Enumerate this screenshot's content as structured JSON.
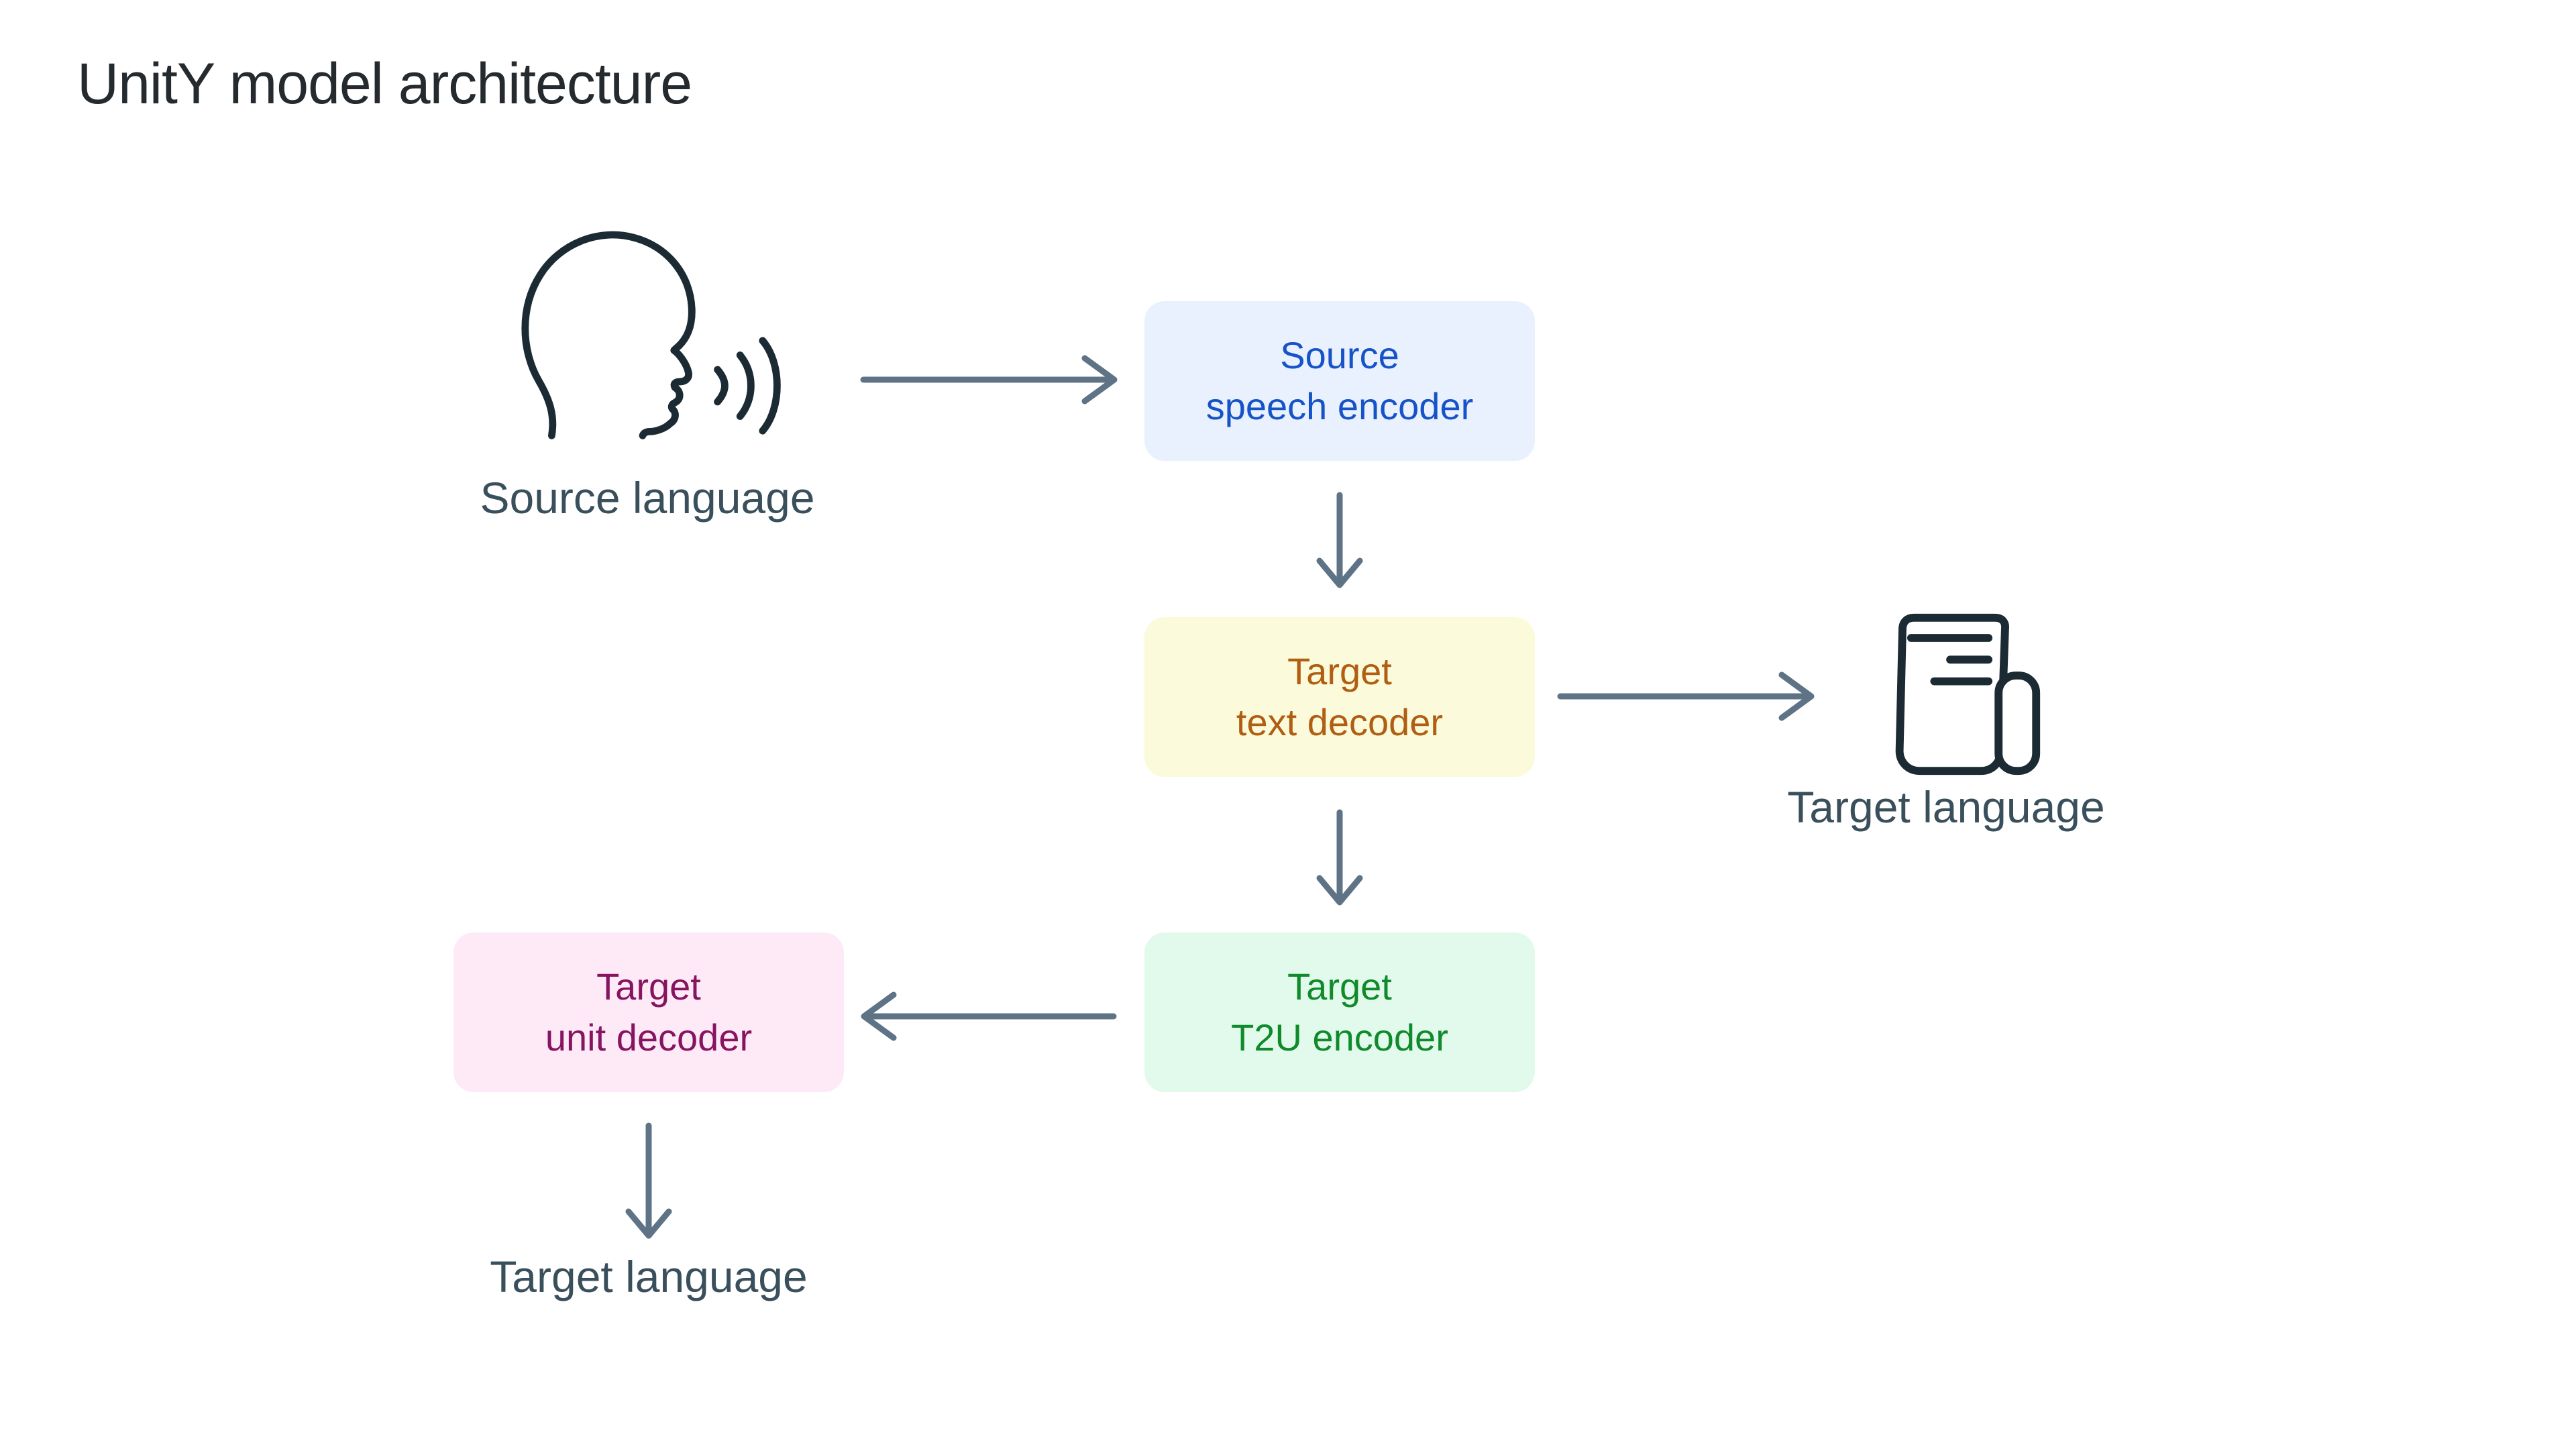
{
  "title": "UnitY model architecture",
  "colors": {
    "background": "#FFFFFF",
    "title_text": "#252A2E",
    "label_text": "#3A4F5C",
    "arrow": "#5F7386",
    "icon": "#1C2B33"
  },
  "nodes": {
    "speech_encoder": {
      "line1": "Source",
      "line2": "speech encoder",
      "bg": "#E8F1FD",
      "fg": "#1652C8"
    },
    "text_decoder": {
      "line1": "Target",
      "line2": "text decoder",
      "bg": "#FBFADA",
      "fg": "#B05E11"
    },
    "t2u_encoder": {
      "line1": "Target",
      "line2": "T2U encoder",
      "bg": "#E2FAEB",
      "fg": "#108A2C"
    },
    "unit_decoder": {
      "line1": "Target",
      "line2": "unit decoder",
      "bg": "#FDEAF6",
      "fg": "#871460"
    }
  },
  "labels": {
    "source_language": "Source language",
    "target_language_text": "Target language",
    "target_language_speech": "Target language"
  },
  "icons": {
    "source": "speaking-head",
    "target_text": "document-scroll"
  },
  "flows": [
    "source-language -> source-speech-encoder",
    "source-speech-encoder -> target-text-decoder",
    "target-text-decoder -> target-language-text",
    "target-text-decoder -> target-t2u-encoder",
    "target-t2u-encoder -> target-unit-decoder",
    "target-unit-decoder -> target-language-speech"
  ]
}
